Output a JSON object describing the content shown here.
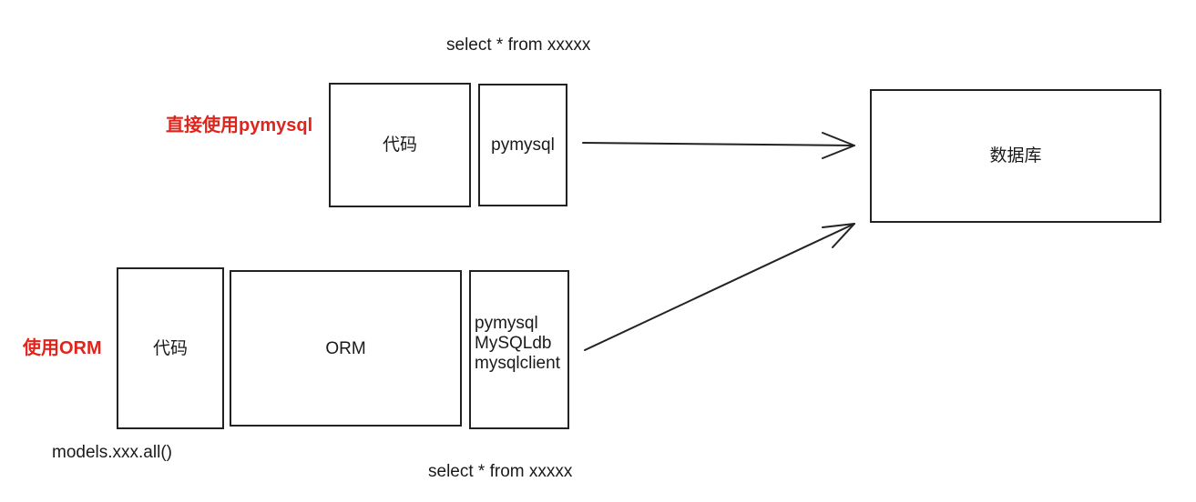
{
  "top": {
    "sql_label": "select * from xxxxx",
    "row_label": "直接使用pymysql",
    "code_box": "代码",
    "driver_box": "pymysql"
  },
  "bottom": {
    "row_label": "使用ORM",
    "code_box": "代码",
    "orm_box": "ORM",
    "drivers": [
      "pymysql",
      "MySQLdb",
      "mysqlclient"
    ],
    "orm_call": "models.xxx.all()",
    "sql_label": "select * from xxxxx"
  },
  "database": {
    "label": "数据库"
  },
  "colors": {
    "label_red": "#e0241b",
    "stroke": "#222222"
  }
}
